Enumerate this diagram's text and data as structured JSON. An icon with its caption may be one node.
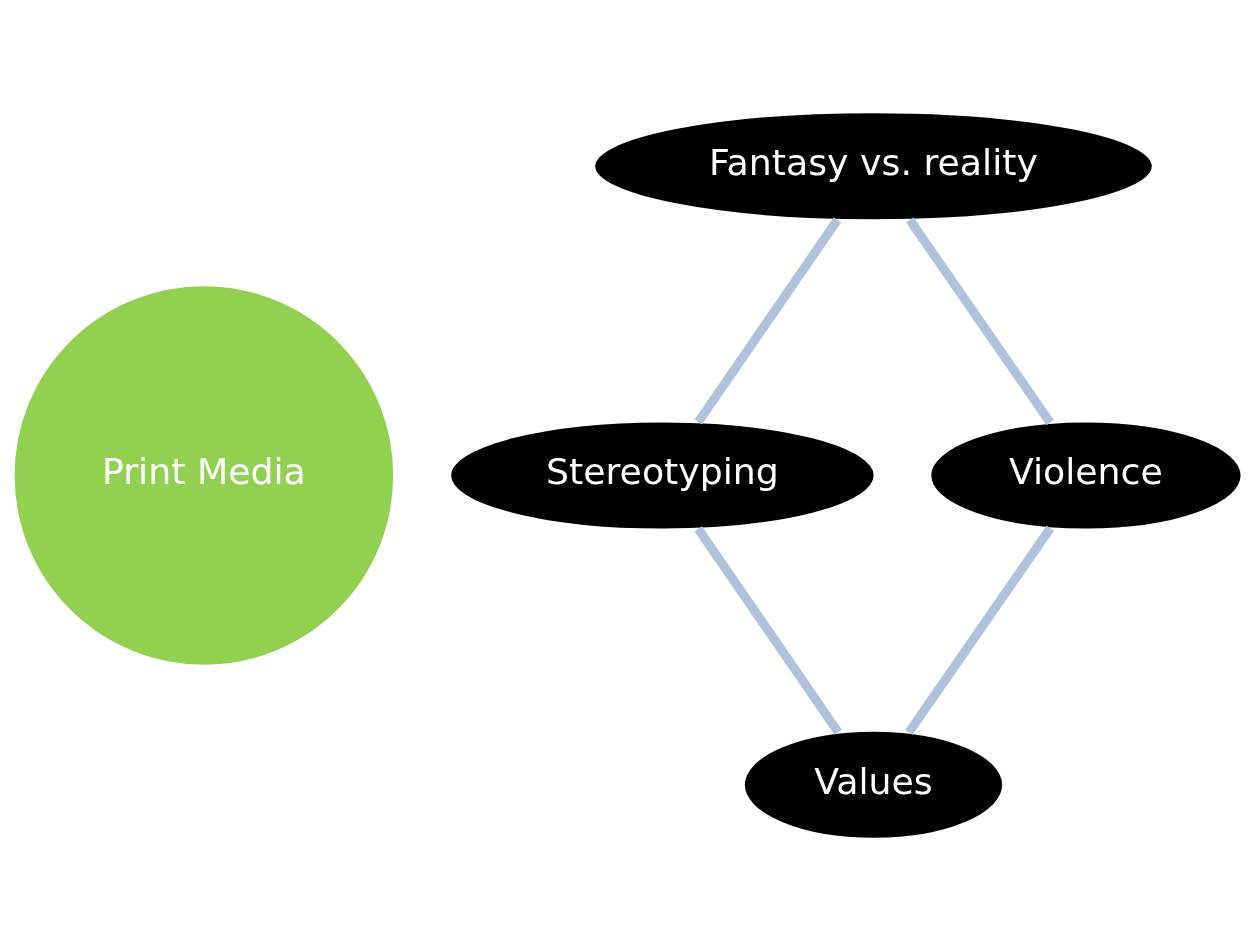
{
  "diagram": {
    "nodes": [
      {
        "text": [
          "Print Media"
        ]
      },
      {
        "text": [
          "Fantasy vs. reality"
        ]
      },
      {
        "text": [
          "Stereotyping"
        ]
      },
      {
        "text": [
          "Values"
        ]
      },
      {
        "text": [
          "Violence"
        ]
      }
    ],
    "edges": [
      {
        "from": 1,
        "to": 2,
        "arrow": "none"
      },
      {
        "from": 2,
        "to": 3,
        "arrow": "none"
      },
      {
        "from": 3,
        "to": 4,
        "arrow": "none"
      },
      {
        "from": 4,
        "to": 1,
        "arrow": "none"
      }
    ]
  }
}
